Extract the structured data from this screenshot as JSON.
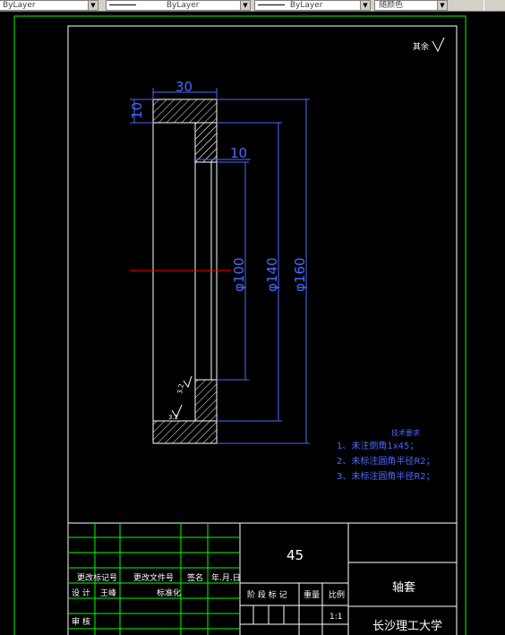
{
  "toolbar": {
    "color_value": "ByLayer",
    "layer_value": "ByLayer",
    "linetype_value": "ByLayer",
    "lineweight_value": "随颜色"
  },
  "drawing": {
    "roughness_label": "其余",
    "roughness_value": "",
    "roughness_inner_1": "3.2",
    "roughness_inner_2": "3.2",
    "dimensions": {
      "width": "30",
      "height": "10",
      "step": "10",
      "dia_inner": "φ100",
      "dia_mid": "φ140",
      "dia_outer": "φ160"
    },
    "tech_requirements": {
      "title": "技术要求",
      "items": [
        "1、未注倒角1x45；",
        "2、未标注圆角半径R2；",
        "3、未标注圆角半径R2；"
      ]
    }
  },
  "title_block": {
    "material": "45",
    "part_name": "轴套",
    "school": "长沙理工大学",
    "headers": {
      "change_doc": "更改文件号",
      "change_mark": "更改标记号",
      "signature": "签名",
      "date": "年.月.日",
      "stage": "阶 段 标 记",
      "weight": "重量",
      "scale": "比例",
      "design": "设 计",
      "designer": "王峰",
      "standardize": "标准化",
      "review": "审 核",
      "scale_value": "1:1"
    }
  }
}
